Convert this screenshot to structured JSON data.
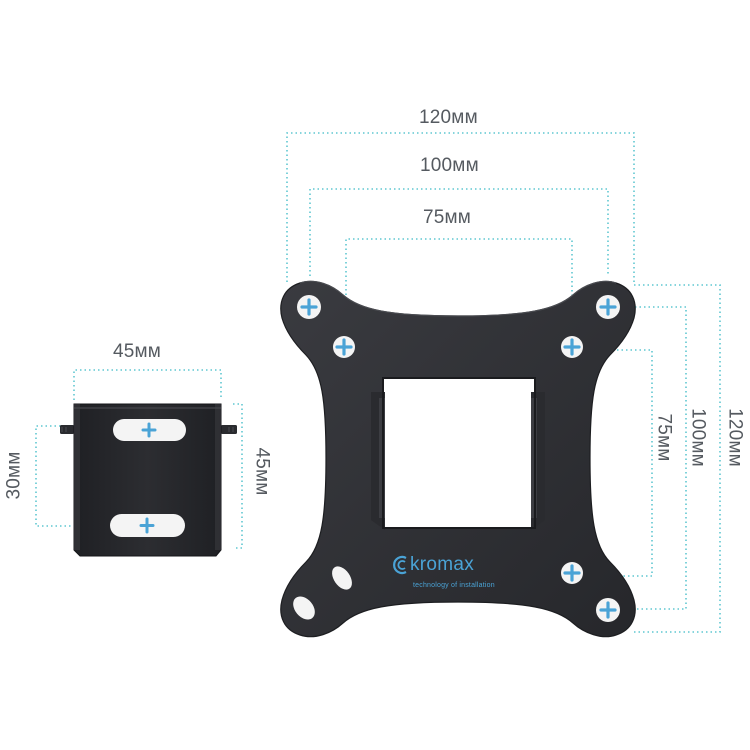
{
  "dimensions": {
    "plate_width_120": "120мм",
    "plate_width_100": "100мм",
    "plate_width_75": "75мм",
    "plate_height_75": "75мм",
    "plate_height_100": "100мм",
    "plate_height_120": "120мм",
    "bracket_width": "45мм",
    "bracket_height": "45мм",
    "bracket_slot_spacing": "30мм"
  },
  "brand": {
    "name": "kromax",
    "tagline": "technology of installation"
  },
  "colors": {
    "metal": "#2f3034",
    "metal_edge": "#1d1e21",
    "guide_line": "#5fc7d1",
    "screw_cross": "#4aa3d6",
    "text": "#555a60"
  }
}
